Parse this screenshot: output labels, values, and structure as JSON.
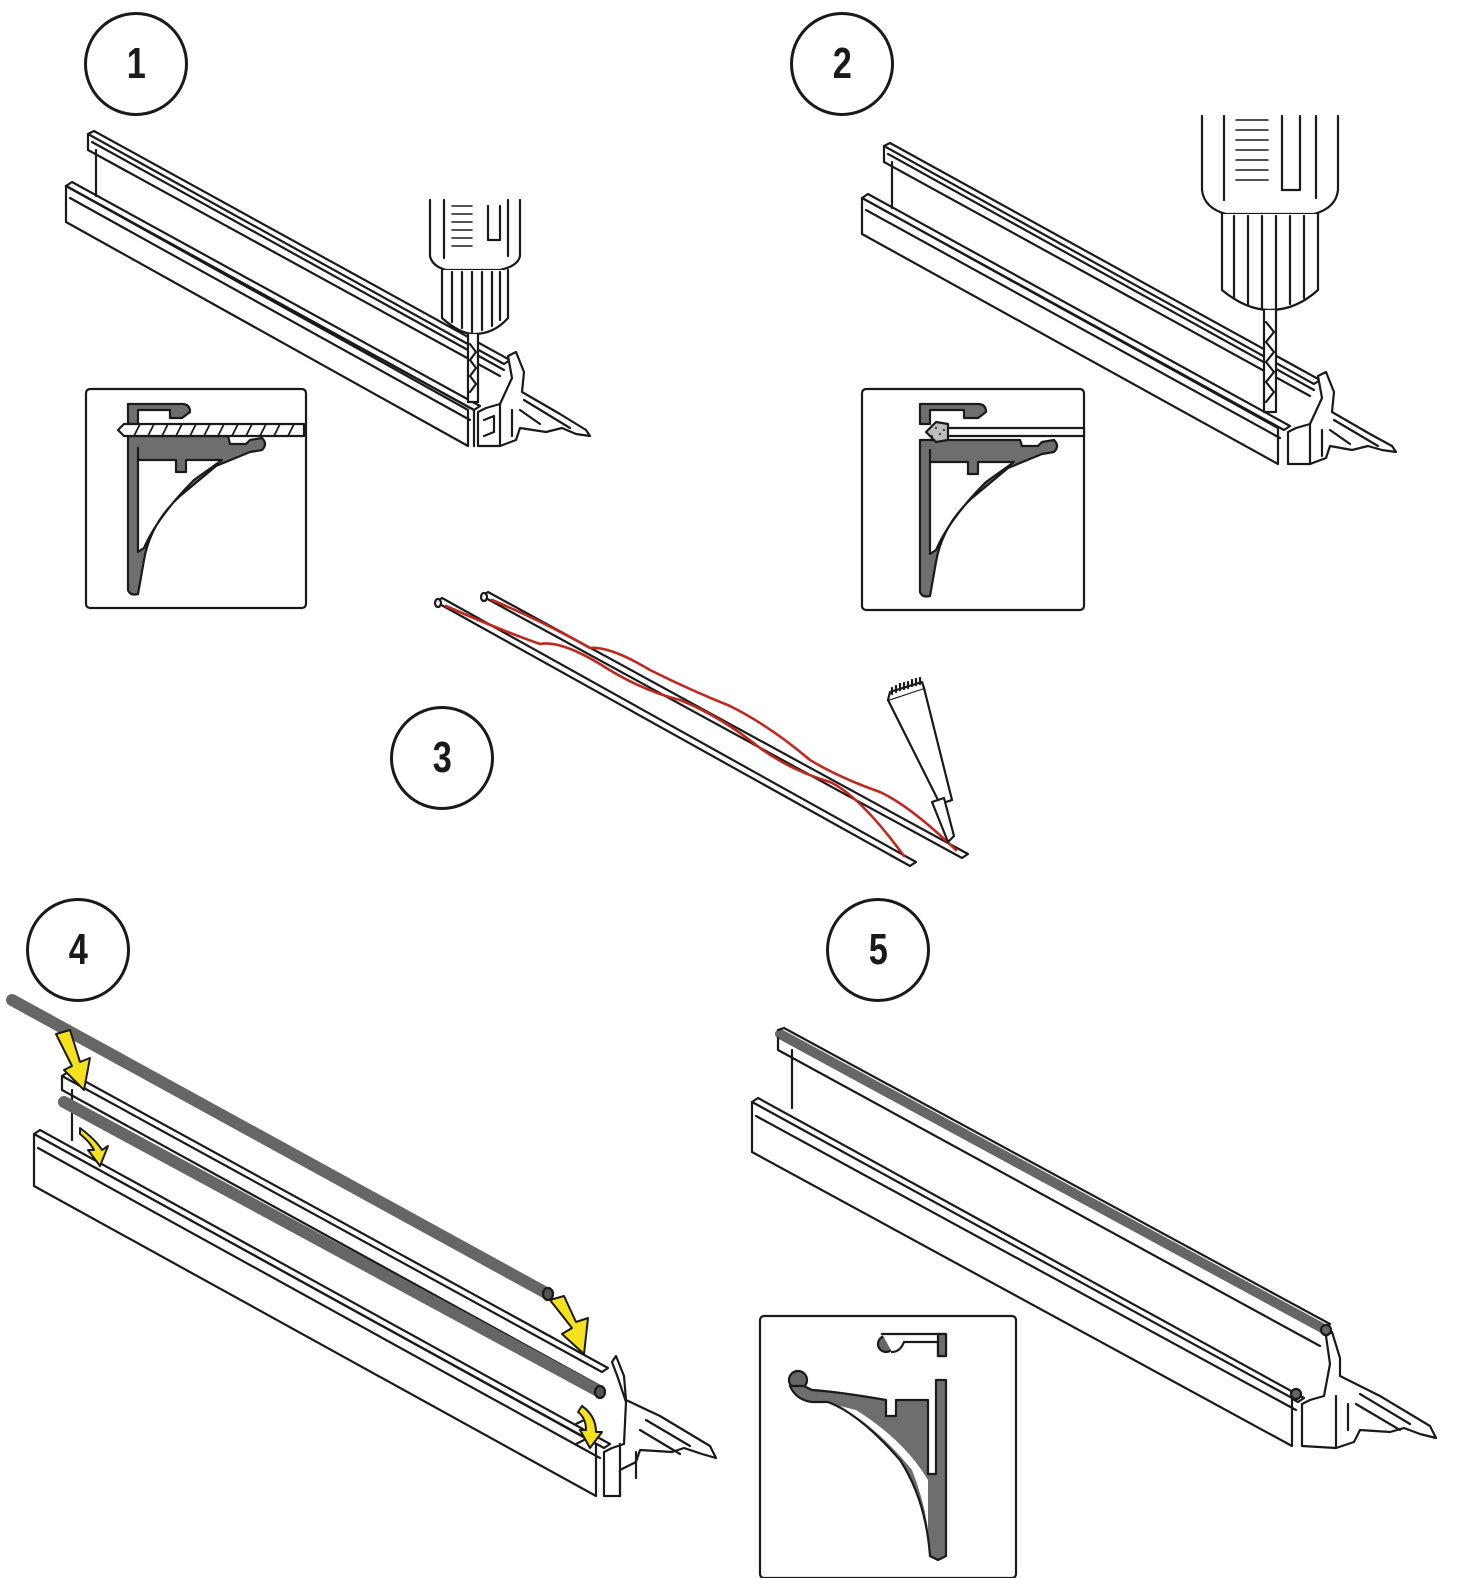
{
  "steps": [
    {
      "number": "1"
    },
    {
      "number": "2"
    },
    {
      "number": "3"
    },
    {
      "number": "4"
    },
    {
      "number": "5"
    }
  ],
  "colors": {
    "line": "#1a1a1a",
    "profile_fill": "#ffffff",
    "section_fill": "#6e6e6e",
    "rod": "#666666",
    "sealant": "#c0281e",
    "arrow": "#f5e21c"
  },
  "icons": {
    "drill": "drill-icon",
    "adhesive_tube": "adhesive-tube-icon",
    "arrow": "yellow-arrow-icon"
  }
}
